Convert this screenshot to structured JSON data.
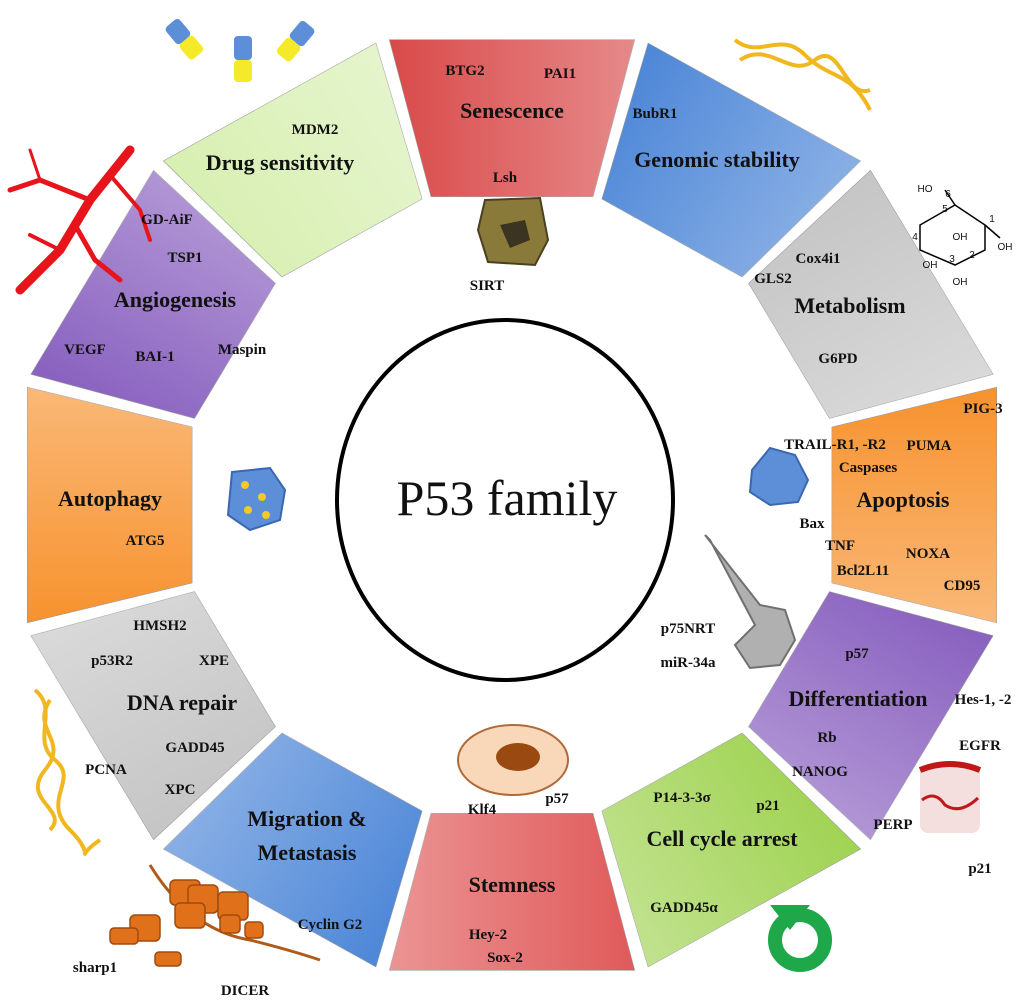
{
  "center_label": "P53 family",
  "segments": [
    {
      "title": "Senescence",
      "color": "#d94a4a",
      "genes": [
        "BTG2",
        "PAI1",
        "Lsh"
      ]
    },
    {
      "title": "Genomic stability",
      "color": "#4f88d8",
      "genes": [
        "BubR1"
      ]
    },
    {
      "title": "Metabolism",
      "color": "#c4c4c4",
      "genes": [
        "Cox4i1",
        "GLS2",
        "G6PD"
      ]
    },
    {
      "title": "Apoptosis",
      "color": "#f7922e",
      "genes": [
        "PIG-3",
        "TRAIL-R1, -R2",
        "PUMA",
        "Caspases",
        "Bax",
        "TNF",
        "NOXA",
        "Bcl2L11",
        "CD95"
      ]
    },
    {
      "title": "Differentiation",
      "color": "#8a62c0",
      "genes": [
        "p75NRT",
        "miR-34a",
        "p57",
        "Hes-1, -2",
        "EGFR",
        "Rb",
        "NANOG",
        "PERP",
        "p21"
      ]
    },
    {
      "title": "Cell cycle arrest",
      "color": "#9ed24f",
      "genes": [
        "P14-3-3σ",
        "p21",
        "GADD45α"
      ]
    },
    {
      "title": "Stemness",
      "color": "#e05a5a",
      "genes": [
        "Klf4",
        "p57",
        "Hey-2",
        "Sox-2"
      ]
    },
    {
      "title": "Migration & Metastasis",
      "title_lines": [
        "Migration &",
        "Metastasis"
      ],
      "color": "#4f88d8",
      "genes": [
        "Cyclin G2",
        "sharp1",
        "DICER"
      ]
    },
    {
      "title": "DNA repair",
      "color": "#c4c4c4",
      "genes": [
        "HMSH2",
        "p53R2",
        "XPE",
        "GADD45",
        "PCNA",
        "XPC"
      ]
    },
    {
      "title": "Autophagy",
      "color": "#f7922e",
      "genes": [
        "ATG5"
      ]
    },
    {
      "title": "Angiogenesis",
      "color": "#8a62c0",
      "genes": [
        "GD-AiF",
        "TSP1",
        "VEGF",
        "BAI-1",
        "Maspin"
      ]
    },
    {
      "title": "Drug sensitivity",
      "color": "#d7efb0",
      "genes": [
        "MDM2"
      ]
    }
  ],
  "other_labels": {
    "sirt": "SIRT"
  },
  "glucose_labels": [
    "HO",
    "OH",
    "OH",
    "OH",
    "OH",
    "1",
    "2",
    "3",
    "4",
    "5",
    "6"
  ]
}
